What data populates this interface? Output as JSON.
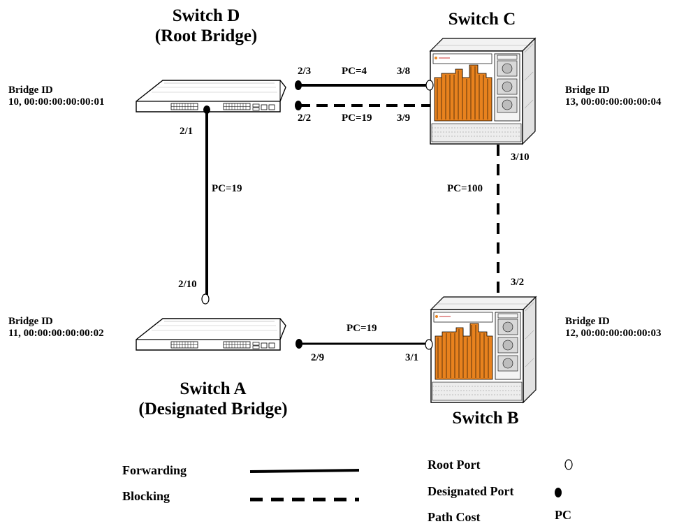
{
  "switches": {
    "d": {
      "name": "Switch D",
      "role": "(Root Bridge)",
      "bridge_id_label": "Bridge ID",
      "bridge_id": "10, 00:00:00:00:00:01"
    },
    "c": {
      "name": "Switch C",
      "bridge_id_label": "Bridge ID",
      "bridge_id": "13, 00:00:00:00:00:04"
    },
    "a": {
      "name": "Switch A",
      "role": "(Designated Bridge)",
      "bridge_id_label": "Bridge ID",
      "bridge_id": "11, 00:00:00:00:00:02"
    },
    "b": {
      "name": "Switch B",
      "bridge_id_label": "Bridge ID",
      "bridge_id": "12, 00:00:00:00:00:03"
    }
  },
  "links": {
    "d_c_forward": {
      "port_d": "2/3",
      "port_c": "3/8",
      "cost": "PC=4",
      "state": "forwarding"
    },
    "d_c_block": {
      "port_d": "2/2",
      "port_c": "3/9",
      "cost": "PC=19",
      "state": "blocking"
    },
    "d_a": {
      "port_d": "2/1",
      "port_a": "2/10",
      "cost": "PC=19",
      "state": "forwarding"
    },
    "c_b": {
      "port_c": "3/10",
      "port_b": "3/2",
      "cost": "PC=100",
      "state": "blocking"
    },
    "a_b": {
      "port_a": "2/9",
      "port_b": "3/1",
      "cost": "PC=19",
      "state": "forwarding"
    }
  },
  "legend": {
    "forwarding": "Forwarding",
    "blocking": "Blocking",
    "root_port": "Root Port",
    "designated_port": "Designated Port",
    "path_cost": "Path Cost",
    "path_cost_abbr": "PC"
  },
  "colors": {
    "chassis_orange": "#E8821E",
    "line": "#000000"
  }
}
